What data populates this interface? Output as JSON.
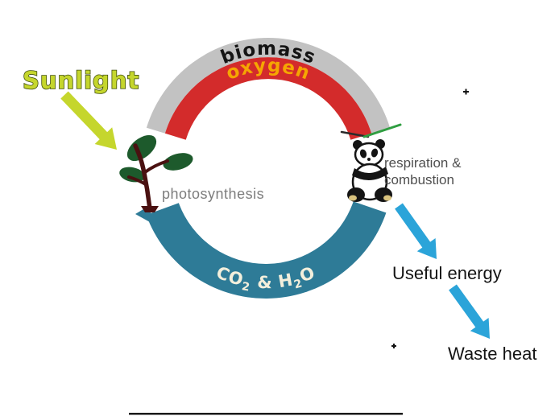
{
  "diagram": {
    "sunlight": {
      "label": "Sunlight"
    },
    "cycle": {
      "biomass_label": "biomass",
      "oxygen_label": "oxygen",
      "photosynthesis_label": "photosynthesis",
      "respiration_line1": "respiration &",
      "respiration_line2": "combustion",
      "co2_h2o": {
        "part1": "CO",
        "sub1": "2",
        "part2": " & H",
        "sub2": "2",
        "part3": "O"
      }
    },
    "outputs": {
      "useful_energy": "Useful energy",
      "waste_heat": "Waste heat"
    },
    "icons": {
      "plant": "plant-icon",
      "panda": "panda-icon",
      "sunlight_arrow": "sunlight-arrow-icon",
      "useful_energy_arrow": "useful-energy-arrow-icon",
      "waste_heat_arrow": "waste-heat-arrow-icon"
    },
    "colors": {
      "background": "#ffffff",
      "sunlight_green": "#c5d62d",
      "sunlight_outline": "#3f4d0e",
      "arc_gray": "#c2c2c2",
      "arc_red": "#d32b2b",
      "arc_teal": "#2e7b97",
      "arrow_blue": "#2ba4d9",
      "oxygen_orange": "#f5a602",
      "biomass_black": "#141414",
      "photosynthesis_gray": "#7d7d7d",
      "respiration_gray": "#4f4f4f",
      "output_text_black": "#141414",
      "co2_cream": "#f3efdc",
      "leaf_green": "#1d5a2c",
      "stem_brown": "#4a1111",
      "tick_green": "#2f9e41",
      "panda_black": "#141414",
      "panda_paw_tan": "#d9c37e"
    }
  }
}
